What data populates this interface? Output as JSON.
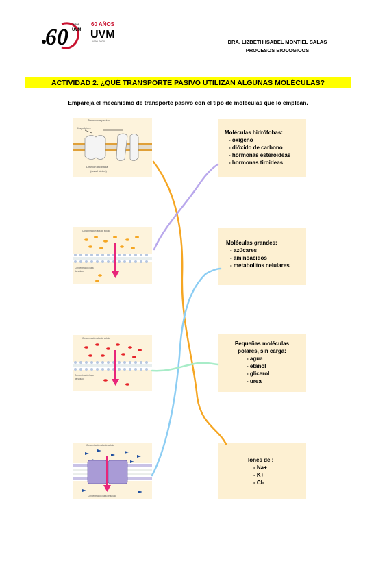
{
  "header": {
    "logo_60": "60",
    "logo_anos_small": "años",
    "logo_uvm_small": "UVM",
    "logo_60_anos": "60 AÑOS",
    "logo_uvm": "UVM",
    "logo_years": "1960-2020",
    "author": "DRA. LIZBETH ISABEL MONTIEL SALAS",
    "subject": "PROCESOS BIOLOGICOS"
  },
  "title": "ACTIVIDAD 2. ¿QUÉ TRANSPORTE PASIVO UTILIZAN ALGUNAS MOLÉCULAS?",
  "instructions": "Empareja el mecanismo de transporte pasivo con el tipo de moléculas que lo emplean.",
  "diagrams": {
    "d1": {
      "top": "Transporte pasivo",
      "side": "Bicapa lipídica",
      "bottom1": "Difusión facilitada",
      "bottom2": "(canal iónico)"
    },
    "d2": {
      "top": "Concentración alta de soluto",
      "bottom1": "Concentración baja",
      "bottom2": "de soluto"
    },
    "d3": {
      "top": "Concentración alta de soluto",
      "bottom1": "Concentración baja",
      "bottom2": "de soluto"
    },
    "d4": {
      "top": "Concentración alta de soluto",
      "bottom": "Concentración baja de soluto"
    }
  },
  "cards": {
    "hidrofobas": {
      "title": "Moléculas hidrófobas:",
      "items": [
        "- oxígeno",
        "- dióxido de carbono",
        "- hormonas esteroideas",
        "- hormonas tiroideas"
      ]
    },
    "grandes": {
      "title": "Moléculas grandes:",
      "items": [
        "- azúcares",
        "- aminoácidos",
        "- metabolitos celulares"
      ]
    },
    "polares": {
      "title1": "Pequeñas moléculas",
      "title2": "polares, sin carga:",
      "items": [
        "- agua",
        "- etanol",
        "- glicerol",
        "- urea"
      ]
    },
    "iones": {
      "title": "Iones de :",
      "items": [
        "- Na+",
        "- K+",
        "- Cl-"
      ]
    }
  },
  "colors": {
    "title_highlight": "#ffff00",
    "card_bg": "#fdf0d2",
    "line_orange": "#f5a623",
    "line_purple": "#b9a8ec",
    "line_blue": "#8ccdf3",
    "line_green": "#a8ecc8",
    "arrow_pink": "#e8257a"
  },
  "matches": [
    {
      "from": "diagram-1",
      "to": "card-iones"
    },
    {
      "from": "diagram-2",
      "to": "card-hidrofobas"
    },
    {
      "from": "diagram-3",
      "to": "card-polares"
    },
    {
      "from": "diagram-4",
      "to": "card-grandes"
    }
  ]
}
